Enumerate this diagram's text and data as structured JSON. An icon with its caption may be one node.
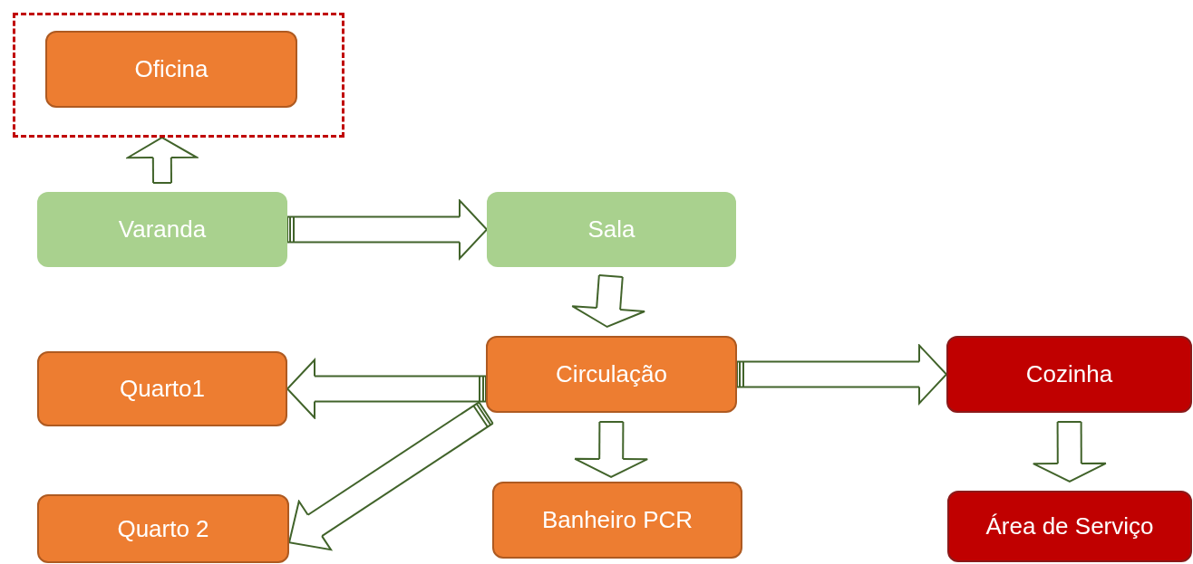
{
  "diagram": {
    "nodes": [
      {
        "text": [],
        "shape": "box"
      },
      {
        "text": [
          "Oficina"
        ],
        "in": 0
      },
      {
        "text": [
          "Varanda"
        ]
      },
      {
        "text": [
          "Sala"
        ]
      },
      {
        "text": [
          "Quarto1"
        ]
      },
      {
        "text": [
          "Circulação"
        ]
      },
      {
        "text": [
          "Cozinha"
        ]
      },
      {
        "text": [
          "Quarto 2"
        ]
      },
      {
        "text": [
          "Banheiro PCR"
        ]
      },
      {
        "text": [
          "Área de Serviço"
        ]
      }
    ],
    "edges": [
      {
        "from": 2,
        "to": 0,
        "arrow": "to"
      },
      {
        "from": 2,
        "to": 3,
        "arrow": "to"
      },
      {
        "from": 3,
        "to": 5,
        "arrow": "to"
      },
      {
        "from": 5,
        "to": 4,
        "arrow": "to"
      },
      {
        "from": 5,
        "to": 6,
        "arrow": "to"
      },
      {
        "from": 5,
        "to": 7,
        "arrow": "to"
      },
      {
        "from": 5,
        "to": 8,
        "arrow": "to"
      },
      {
        "from": 6,
        "to": 9,
        "arrow": "to"
      }
    ]
  }
}
